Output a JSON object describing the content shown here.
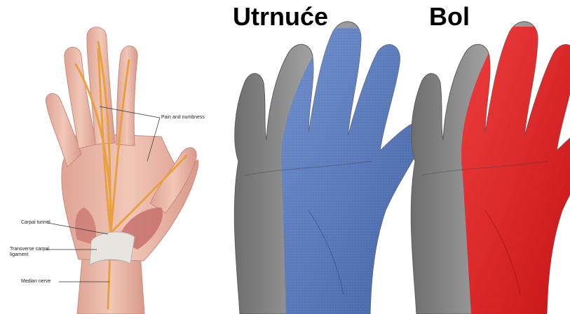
{
  "panels": {
    "numbness": {
      "title": "Utrnuće",
      "color": "#4a6fb8"
    },
    "pain": {
      "title": "Bol",
      "color": "#e41b1b"
    }
  },
  "anatomy": {
    "labels": {
      "pain_numbness": "Pain and numbness",
      "carpal_tunnel": "Carpal tunnel",
      "transverse_ligament": "Transverse carpal ligament",
      "median_nerve": "Median nerve"
    },
    "colors": {
      "skin": "#eab8a8",
      "nerve": "#e8a040",
      "ligament": "#e8e4e0",
      "muscle": "#c8706c"
    }
  },
  "shading": {
    "hand_gray": "#8c8c8c"
  }
}
